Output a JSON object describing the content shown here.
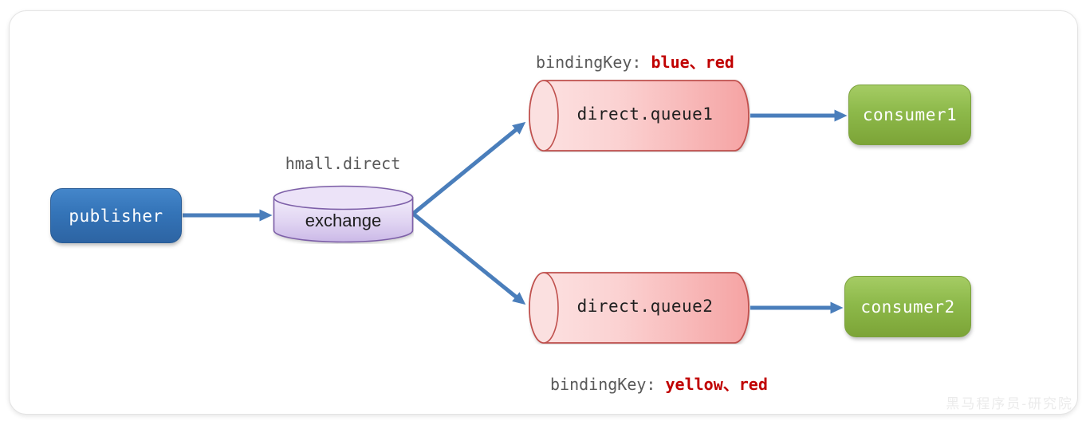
{
  "diagram": {
    "publisher": {
      "label": "publisher"
    },
    "exchange": {
      "label": "exchange",
      "name_above": "hmall.direct"
    },
    "queue1": {
      "label": "direct.queue1"
    },
    "queue2": {
      "label": "direct.queue2"
    },
    "consumer1": {
      "label": "consumer1"
    },
    "consumer2": {
      "label": "consumer2"
    },
    "binding_top": {
      "prefix": "bindingKey: ",
      "keys": "blue、red"
    },
    "binding_bottom": {
      "prefix": "bindingKey: ",
      "keys": "yellow、red"
    },
    "watermark": "黑马程序员-研究院",
    "colors": {
      "arrow_blue": "#4a7ebb",
      "publisher_blue": "#3474b8",
      "publisher_border": "#2a5c95",
      "exchange_fill_light": "#f2ecfa",
      "exchange_fill_dark": "#cbb9e7",
      "exchange_border": "#7d5fa8",
      "queue_fill_light": "#fce3e3",
      "queue_fill_dark": "#f5a3a3",
      "queue_border": "#c0504d",
      "consumer_green": "#8db94a",
      "consumer_border": "#7ba13c",
      "binding_key_value_red": "#c00000",
      "label_gray": "#595959",
      "node_text": "#ffffff",
      "card_border": "#e3e3e3"
    }
  }
}
